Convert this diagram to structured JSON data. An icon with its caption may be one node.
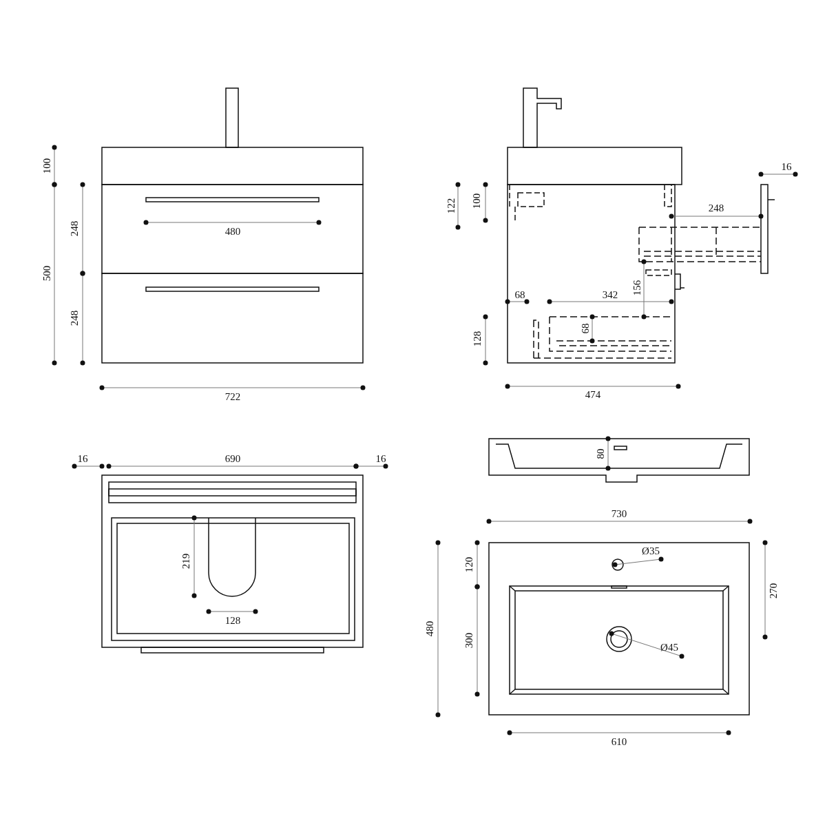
{
  "diagram": {
    "labels": [
      "100",
      "248",
      "480",
      "500",
      "248",
      "722",
      "16",
      "122",
      "100",
      "248",
      "68",
      "342",
      "156",
      "68",
      "128",
      "474",
      "16",
      "690",
      "16",
      "219",
      "128",
      "80",
      "730",
      "Ø35",
      "120",
      "270",
      "480",
      "300",
      "Ø45",
      "610"
    ]
  }
}
